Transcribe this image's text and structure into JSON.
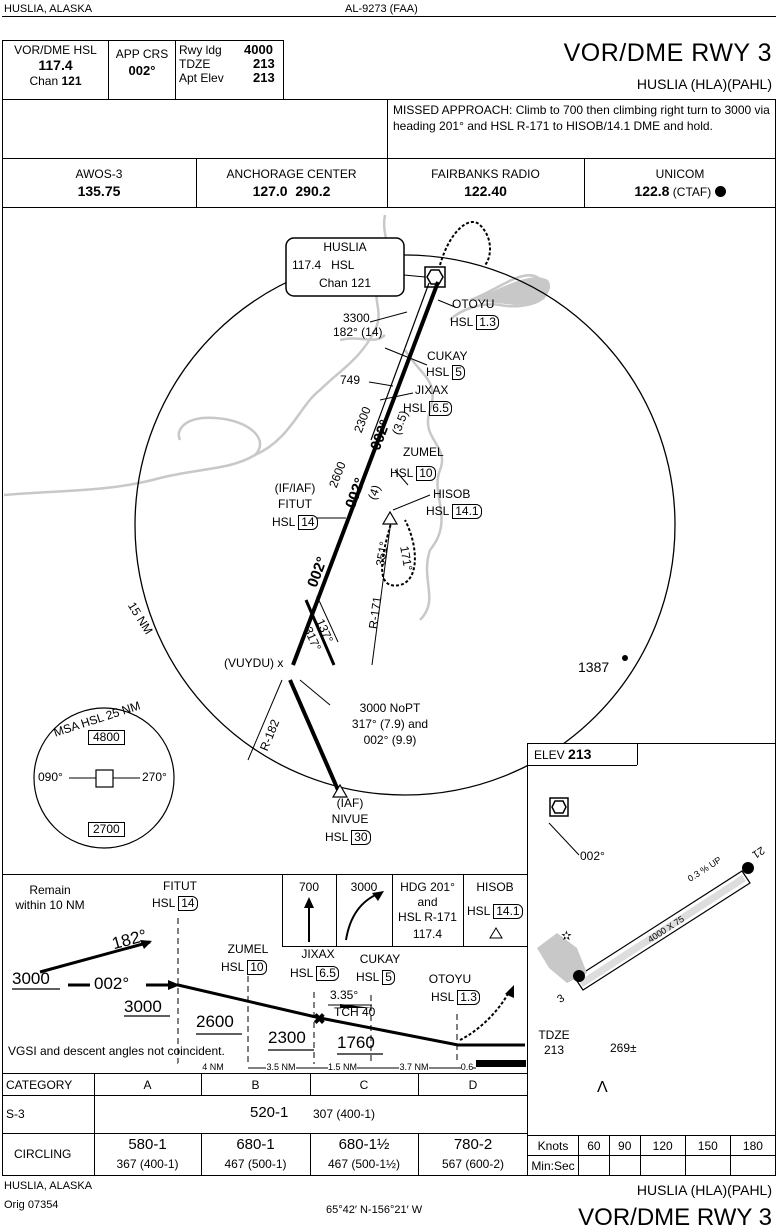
{
  "header": {
    "location": "HUSLIA, ALASKA",
    "chart_id": "AL-9273 (FAA)",
    "procedure_title": "VOR/DME RWY 3",
    "airport": "HUSLIA (HLA)(PAHL)"
  },
  "briefing": {
    "nav_label": "VOR/DME HSL",
    "nav_freq": "117.4",
    "chan_label": "Chan",
    "chan_value": "121",
    "app_crs_label": "APP CRS",
    "app_crs_value": "002°",
    "rwy_ldg_label": "Rwy ldg",
    "rwy_ldg_value": "4000",
    "tdze_label": "TDZE",
    "tdze_value": "213",
    "apt_elev_label": "Apt Elev",
    "apt_elev_value": "213",
    "missed_approach": "MISSED APPROACH: Climb to 700 then climbing right turn to 3000 via heading 201° and HSL R-171 to HISOB/14.1 DME and hold."
  },
  "comms": [
    {
      "name": "AWOS-3",
      "freq": "135.75"
    },
    {
      "name": "ANCHORAGE CENTER",
      "freq": "127.0  290.2"
    },
    {
      "name": "FAIRBANKS RADIO",
      "freq": "122.40"
    },
    {
      "name": "UNICOM",
      "freq": "122.8",
      "suffix": "(CTAF)"
    }
  ],
  "planview": {
    "navaid_name": "HUSLIA",
    "navaid_freq_id": "117.4   HSL",
    "navaid_chan": "Chan 121",
    "otoyu": "OTOYU",
    "otoyu_dme_prefix": "HSL",
    "otoyu_dme": "1.3",
    "cukay": "CUKAY",
    "cukay_dme_prefix": "HSL",
    "cukay_dme": "5",
    "jixax": "JIXAX",
    "jixax_dme_prefix": "HSL",
    "jixax_dme": "6.5",
    "zumel": "ZUMEL",
    "zumel_dme_prefix": "HSL",
    "zumel_dme": "10",
    "hisob": "HISOB",
    "hisob_dme_prefix": "HSL",
    "hisob_dme": "14.1",
    "fitut_iaf": "(IF/IAF)",
    "fitut": "FITUT",
    "fitut_dme_prefix": "HSL",
    "fitut_dme": "14",
    "vuydu": "(VUYDU)",
    "nivue_iaf": "(IAF)",
    "nivue": "NIVUE",
    "nivue_dme_prefix": "HSL",
    "nivue_dme": "30",
    "seg_alt_1": "3300",
    "seg_crs_1": "182° (14)",
    "obstacle_749": "749",
    "alt_2300": "2300",
    "crs_002_a": "002°",
    "dist_35": "(3.5)",
    "alt_2600": "2600",
    "crs_002_b": "002°",
    "dist_4": "(4)",
    "crs_002_c": "002°",
    "r171": "R-171",
    "r182": "R-182",
    "hold_351": "351°",
    "hold_171": "171°",
    "crs_137": "137°",
    "crs_317": "317°",
    "noPT_1": "3000 NoPT",
    "noPT_2": "317° (7.9) and",
    "noPT_3": "002° (9.9)",
    "ring": "15 NM",
    "spot_1387": "1387",
    "msa_title": "MSA HSL 25 NM",
    "msa_4800": "4800",
    "msa_2700": "2700",
    "msa_090": "090°",
    "msa_270": "270°"
  },
  "airport_sketch": {
    "elev_label": "ELEV",
    "elev_value": "213",
    "crs": "002°",
    "slope": "0.3 % UP",
    "dims": "4000 X 75",
    "rwy_3": "3",
    "rwy_21": "21",
    "tdze_label": "TDZE",
    "tdze_value": "213",
    "obs": "269±"
  },
  "profile": {
    "remain_1": "Remain",
    "remain_2": "within 10 NM",
    "fitut": "FITUT",
    "fitut_dme_prefix": "HSL",
    "fitut_dme": "14",
    "crs_182": "182°",
    "crs_002": "002°",
    "alt_3000_a": "3000",
    "alt_3000_b": "3000",
    "zumel": "ZUMEL",
    "zumel_dme_prefix": "HSL",
    "zumel_dme": "10",
    "jixax": "JIXAX",
    "jixax_dme_prefix": "HSL",
    "jixax_dme": "6.5",
    "cukay": "CUKAY",
    "cukay_dme_prefix": "HSL",
    "cukay_dme": "5",
    "otoyu": "OTOYU",
    "otoyu_dme_prefix": "HSL",
    "otoyu_dme": "1.3",
    "alt_2600": "2600",
    "alt_2300": "2300",
    "alt_1760": "1760",
    "vgsi_angle": "3.35°",
    "tch": "TCH 40",
    "vgsi_note": "VGSI and descent angles not coincident.",
    "dist_4": "4 NM",
    "dist_35": "3.5 NM",
    "dist_15": "1.5 NM",
    "dist_37": "3.7 NM",
    "dist_06": "0.6",
    "ma_alt_700": "700",
    "ma_alt_3000": "3000",
    "ma_hdg_1": "HDG 201°",
    "ma_hdg_2": "and",
    "ma_hdg_3": "HSL R-171",
    "ma_hdg_4": "117.4",
    "ma_hisob": "HISOB",
    "ma_hisob_prefix": "HSL",
    "ma_hisob_dme": "14.1"
  },
  "minimums": {
    "category_label": "CATEGORY",
    "cats": [
      "A",
      "B",
      "C",
      "D"
    ],
    "s3_label": "S-3",
    "s3_main": "520-1",
    "s3_sub": "307 (400-1)",
    "circling_label": "CIRCLING",
    "circling": [
      {
        "main": "580-1",
        "sub": "367 (400-1)"
      },
      {
        "main": "680-1",
        "sub": "467 (500-1)"
      },
      {
        "main": "680-1½",
        "sub": "467 (500-1½)"
      },
      {
        "main": "780-2",
        "sub": "567 (600-2)"
      }
    ]
  },
  "timing": {
    "knots_label": "Knots",
    "minsec_label": "Min:Sec",
    "speeds": [
      "60",
      "90",
      "120",
      "150",
      "180"
    ]
  },
  "footer": {
    "location": "HUSLIA, ALASKA",
    "amendment": "Orig 07354",
    "coords": "65°42′ N-156°21′ W",
    "airport": "HUSLIA (HLA)(PAHL)",
    "procedure_title": "VOR/DME RWY 3"
  }
}
